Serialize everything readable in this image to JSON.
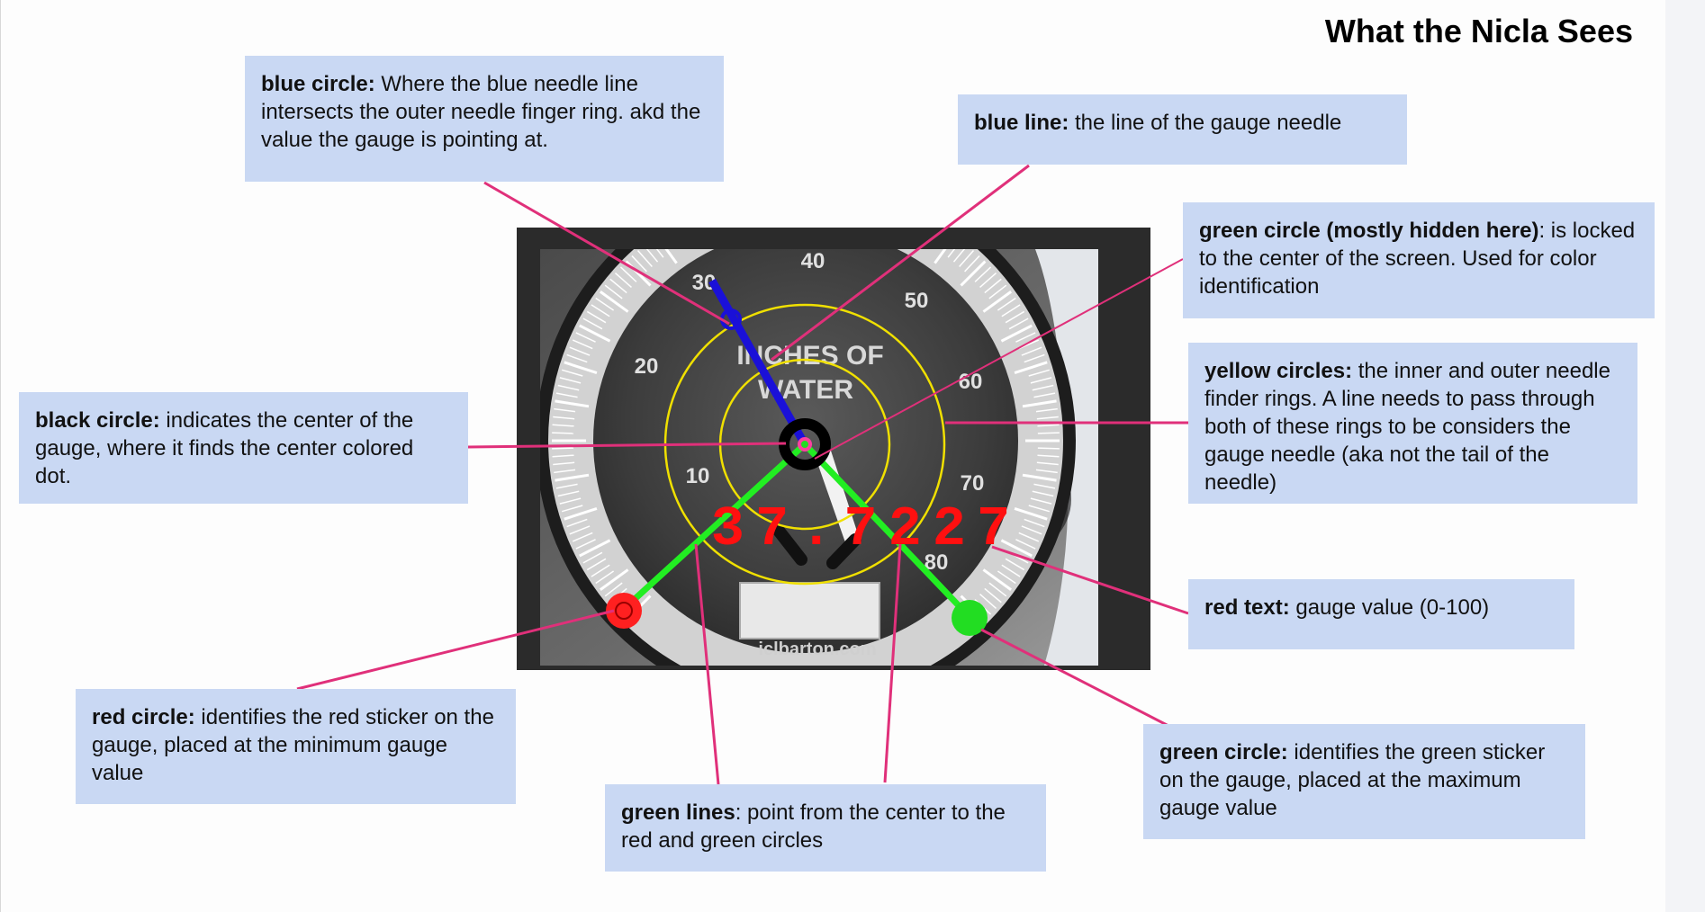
{
  "title": "What the Nicla Sees",
  "gauge": {
    "scale_labels": [
      "10",
      "20",
      "30",
      "40",
      "50",
      "60",
      "70",
      "80"
    ],
    "face_line1": "INCHES OF",
    "face_line2": "WATER",
    "watermark": "iclbarton.com",
    "reading": "37.7227"
  },
  "notes": {
    "blue_circle": {
      "label": "blue circle:",
      "text": " Where the blue needle line intersects the outer needle finger ring. akd the value the gauge is pointing at."
    },
    "blue_line": {
      "label": "blue line:",
      "text": " the line of the gauge needle"
    },
    "green_circle_center": {
      "label": "green circle (mostly hidden here)",
      "text": ": is locked to the center of the screen. Used for color identification"
    },
    "yellow_circles": {
      "label": "yellow circles:",
      "text": " the inner and outer needle finder rings. A line needs to pass through both of these rings to be considers the gauge needle (aka not the tail of the needle)"
    },
    "black_circle": {
      "label": "black circle:",
      "text": " indicates the center of the gauge, where it finds the center colored dot."
    },
    "red_text": {
      "label": "red text:",
      "text": " gauge value (0-100)"
    },
    "red_circle": {
      "label": "red circle:",
      "text": " identifies the red sticker on the gauge, placed at the minimum gauge value"
    },
    "green_lines": {
      "label": "green lines",
      "text": ": point from the center to the red and green circles"
    },
    "green_circle_max": {
      "label": "green circle:",
      "text": " identifies the green sticker on the gauge, placed at the maximum gauge value"
    }
  },
  "colors": {
    "note_bg": "#c9d8f3",
    "leader": "#e0307a",
    "needle_line": "#1a10d8",
    "finder_rings": "#f0e000",
    "center_marker": "#000000",
    "reading_text": "#ff1010",
    "min_sticker": "#ff2020",
    "max_sticker": "#22dd22",
    "pointer_lines": "#22ee22"
  }
}
